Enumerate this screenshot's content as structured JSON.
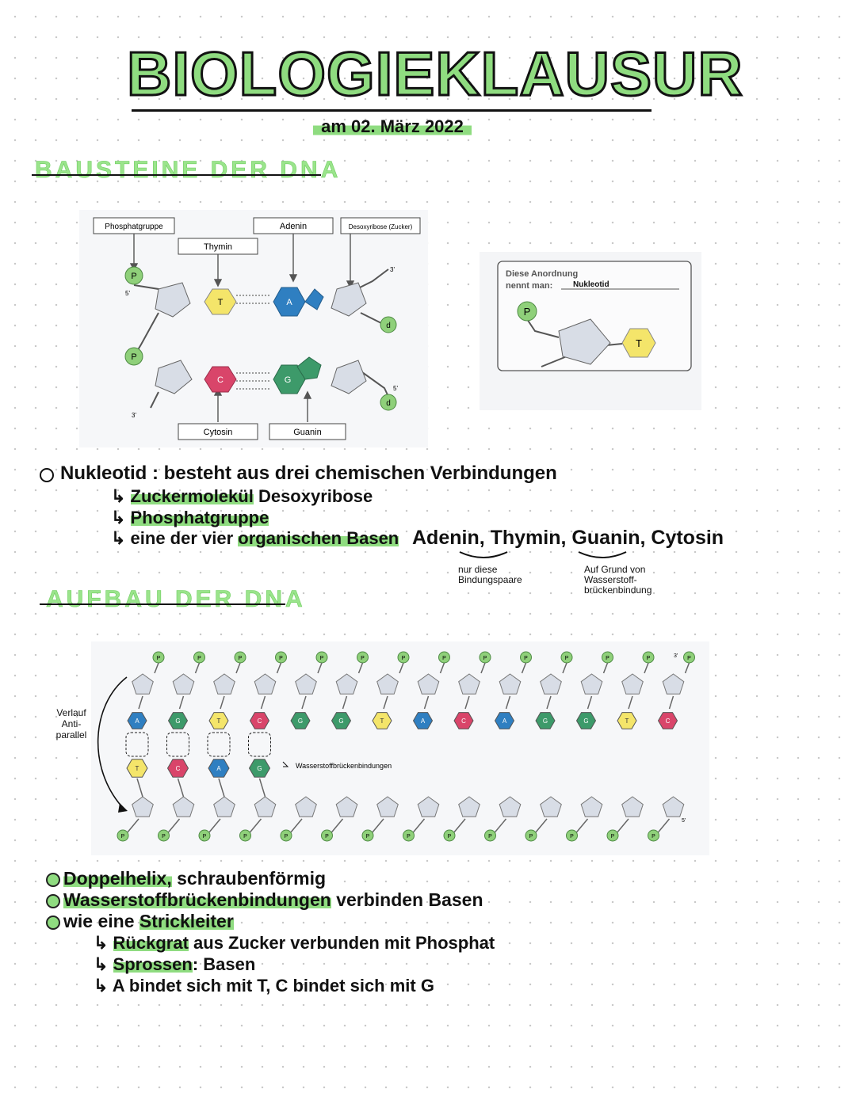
{
  "title": "BIOLOGIEKLAUSUR",
  "date": "am 02. März 2022",
  "sections": {
    "bausteine": "BAUSTEINE DER DNA",
    "aufbau": "AUFBAU DER DNA"
  },
  "diagram1": {
    "labels": {
      "phosphatgruppe": "Phosphatgruppe",
      "thymin": "Thymin",
      "adenin": "Adenin",
      "desoxyribose": "Desoxyribose (Zucker)",
      "cytosin": "Cytosin",
      "guanin": "Guanin"
    },
    "bases": {
      "t": "T",
      "a": "A",
      "c": "C",
      "g": "G"
    },
    "phosphate": "P",
    "sugar": "d",
    "end_5": "5'",
    "end_3": "3'"
  },
  "nucleotide_box": {
    "line1": "Diese Anordnung",
    "line2": "nennt man:",
    "answer": "Nukleotid",
    "p": "P",
    "t": "T"
  },
  "notes1": {
    "main": "Nukleotid : besteht aus drei chemischen Verbindungen",
    "sub1_hl": "Zuckermolekül",
    "sub1_rest": " Desoxyribose",
    "sub2_hl": "Phosphatgruppe",
    "sub3_pre": "eine der vier ",
    "sub3_hl": "organischen Basen",
    "sub3_bases": "Adenin, Thymin, Guanin, Cytosin",
    "note_pairs": "nur diese Bindungspaare",
    "note_hbond": "Auf Grund von Wasserstoff-brückenbindung"
  },
  "diagram2": {
    "verlauf": "Verlauf Anti-parallel",
    "hbond_label": "Wasserstoffbrückenbindungen",
    "top_bases": [
      "A",
      "G",
      "T",
      "C",
      "G",
      "G",
      "T",
      "A",
      "C",
      "A",
      "G",
      "G",
      "T",
      "C"
    ],
    "bottom_bases": [
      "T",
      "C",
      "A",
      "G"
    ],
    "end_3": "3'",
    "end_5": "5'"
  },
  "notes2": {
    "b1_hl": "Doppelhelix,",
    "b1_rest": " schraubenförmig",
    "b2_hl": "Wasserstoffbrückenbindungen",
    "b2_rest": " verbinden Basen",
    "b3_pre": "wie eine ",
    "b3_hl": "Strickleiter",
    "s1_hl": "Rückgrat",
    "s1_rest": " aus Zucker verbunden mit Phosphat",
    "s2_hl": "Sprossen",
    "s2_rest": ": Basen",
    "s3": "A bindet sich mit T, C bindet sich mit G"
  },
  "colors": {
    "green": "#8fdc80",
    "adenin": "#2f7fc1",
    "thymin": "#f4e56a",
    "cytosin": "#d9456a",
    "guanin": "#3d9a6a",
    "phosphate": "#8fd07a"
  }
}
